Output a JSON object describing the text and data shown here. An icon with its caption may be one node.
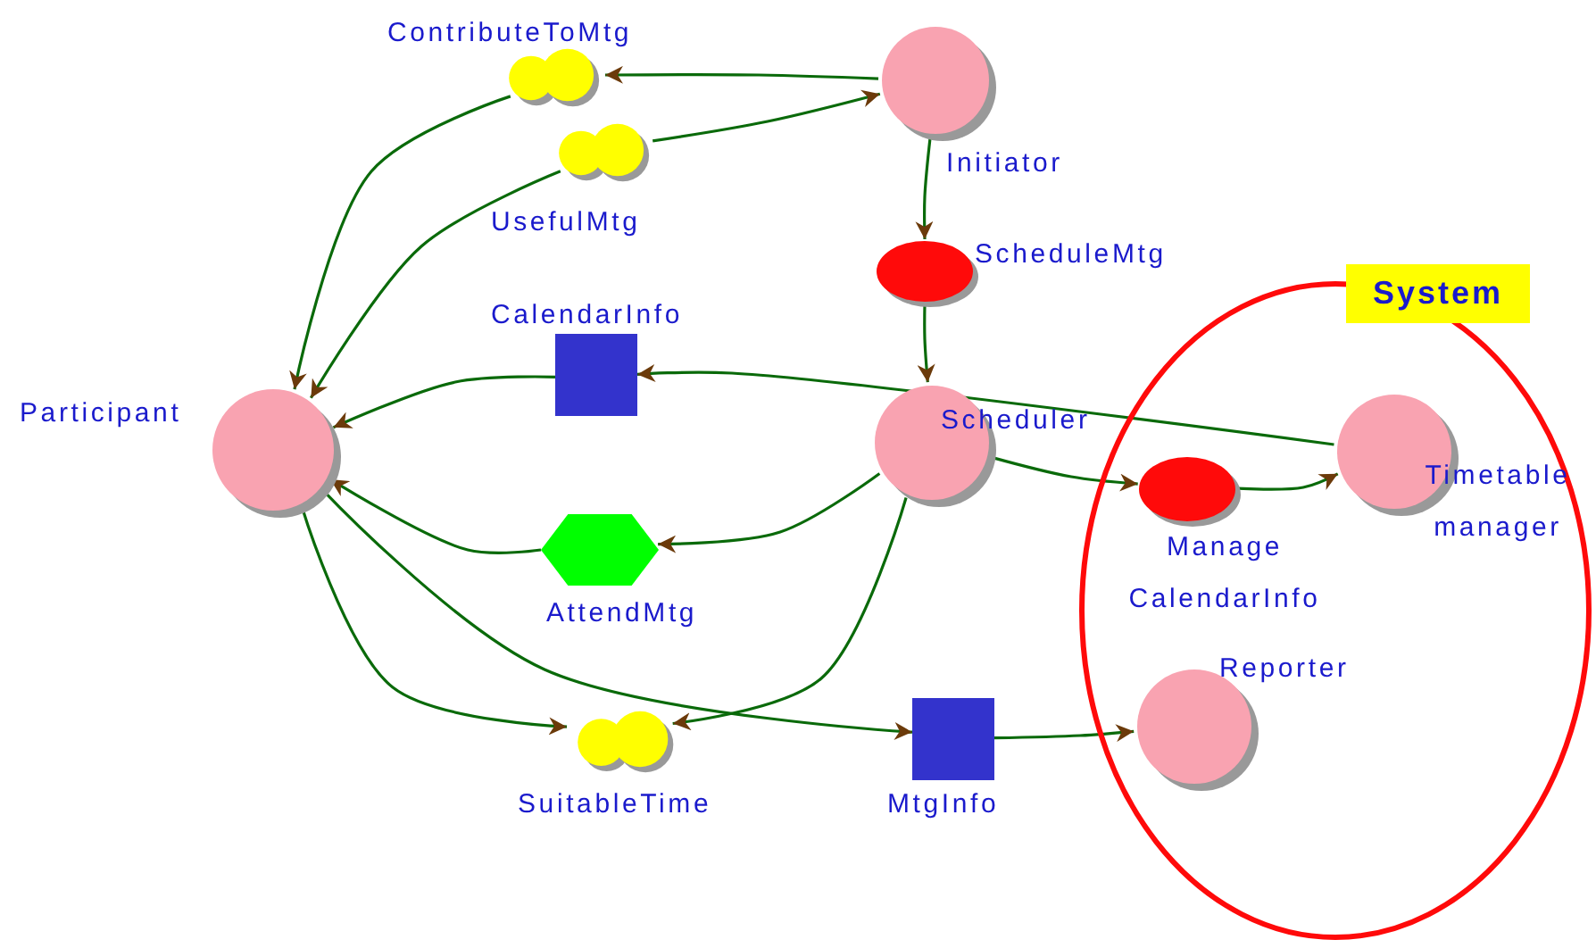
{
  "diagram": {
    "nodes": [
      {
        "text": [
          "Participant"
        ]
      },
      {
        "text": [
          "Initiator"
        ]
      },
      {
        "text": [
          "Scheduler"
        ]
      },
      {
        "text": [
          "ContributeToMtg"
        ]
      },
      {
        "text": [
          "UsefulMtg"
        ]
      },
      {
        "text": [
          "ScheduleMtg"
        ]
      },
      {
        "text": [
          "CalendarInfo"
        ]
      },
      {
        "text": [
          "AttendMtg"
        ]
      },
      {
        "text": [
          "SuitableTime"
        ]
      },
      {
        "text": [
          "MtgInfo"
        ]
      },
      {
        "text": [
          "System"
        ]
      },
      {
        "text": [
          "Manage CalendarInfo"
        ],
        "in": 10
      },
      {
        "text": [
          "Timetable manager"
        ],
        "in": 10
      },
      {
        "text": [
          "Reporter"
        ],
        "in": 10
      }
    ],
    "edges": [
      {
        "from": 1,
        "to": 3,
        "arrow": "to"
      },
      {
        "from": 3,
        "to": 0,
        "arrow": "to"
      },
      {
        "from": 4,
        "to": 0,
        "arrow": "to"
      },
      {
        "from": 4,
        "to": 1,
        "arrow": "to"
      },
      {
        "from": 1,
        "to": 5,
        "arrow": "to"
      },
      {
        "from": 5,
        "to": 2,
        "arrow": "to"
      },
      {
        "from": 12,
        "to": 6,
        "arrow": "to"
      },
      {
        "from": 6,
        "to": 0,
        "arrow": "to"
      },
      {
        "from": 2,
        "to": 7,
        "arrow": "to"
      },
      {
        "from": 7,
        "to": 0,
        "arrow": "to"
      },
      {
        "from": 0,
        "to": 8,
        "arrow": "to"
      },
      {
        "from": 2,
        "to": 8,
        "arrow": "to"
      },
      {
        "from": 0,
        "to": 9,
        "arrow": "to"
      },
      {
        "from": 9,
        "to": 13,
        "arrow": "to"
      },
      {
        "from": 2,
        "to": 11,
        "arrow": "to"
      },
      {
        "from": 11,
        "to": 12,
        "arrow": "to"
      }
    ]
  }
}
